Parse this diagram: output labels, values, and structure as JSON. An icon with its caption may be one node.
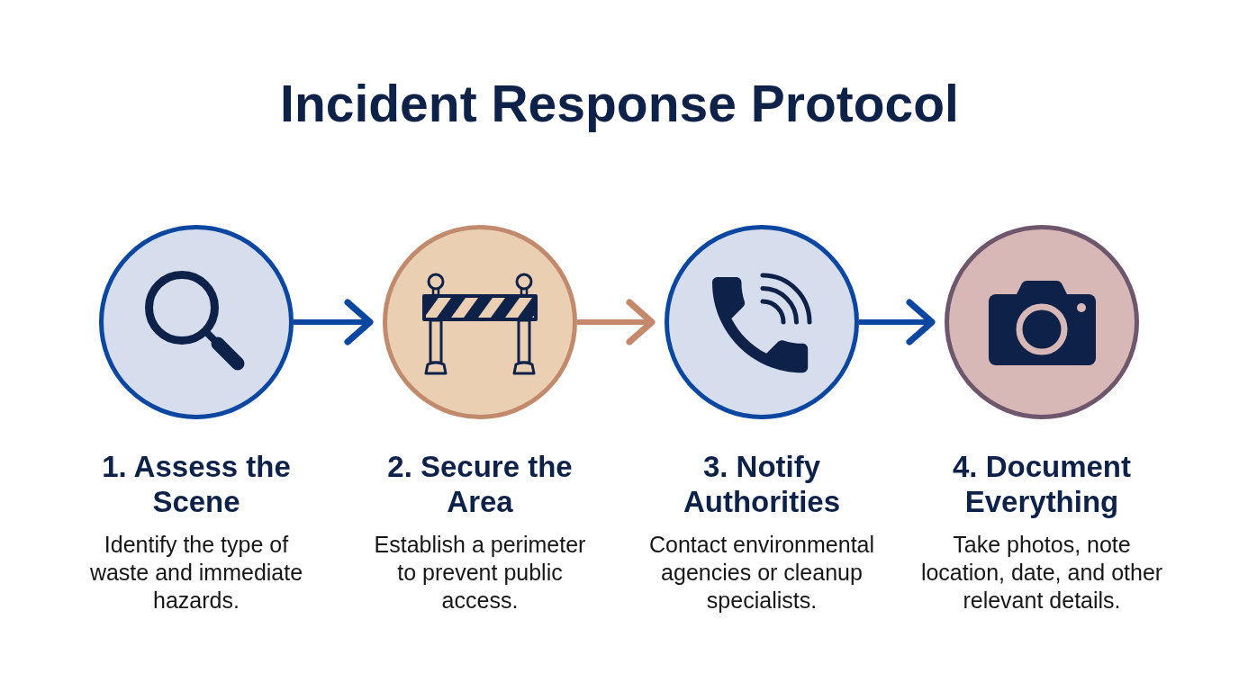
{
  "diagram": {
    "title": "Incident Response Protocol",
    "nodes": [
      {
        "text": [
          "1. Assess the Scene",
          "Identify the type of waste and immediate hazards."
        ]
      },
      {
        "text": [
          "2. Secure the Area",
          "Establish a perimeter to prevent public access."
        ]
      },
      {
        "text": [
          "3. Notify Authorities",
          "Contact environmental agencies or cleanup specialists."
        ]
      },
      {
        "text": [
          "4. Document Everything",
          "Take photos, note location, date, and other relevant details."
        ]
      }
    ],
    "edges": [
      {
        "from": 0,
        "to": 1,
        "arrow": "to"
      },
      {
        "from": 1,
        "to": 2,
        "arrow": "to",
        "color": "#c4896c"
      },
      {
        "from": 2,
        "to": 3,
        "arrow": "to"
      }
    ]
  }
}
